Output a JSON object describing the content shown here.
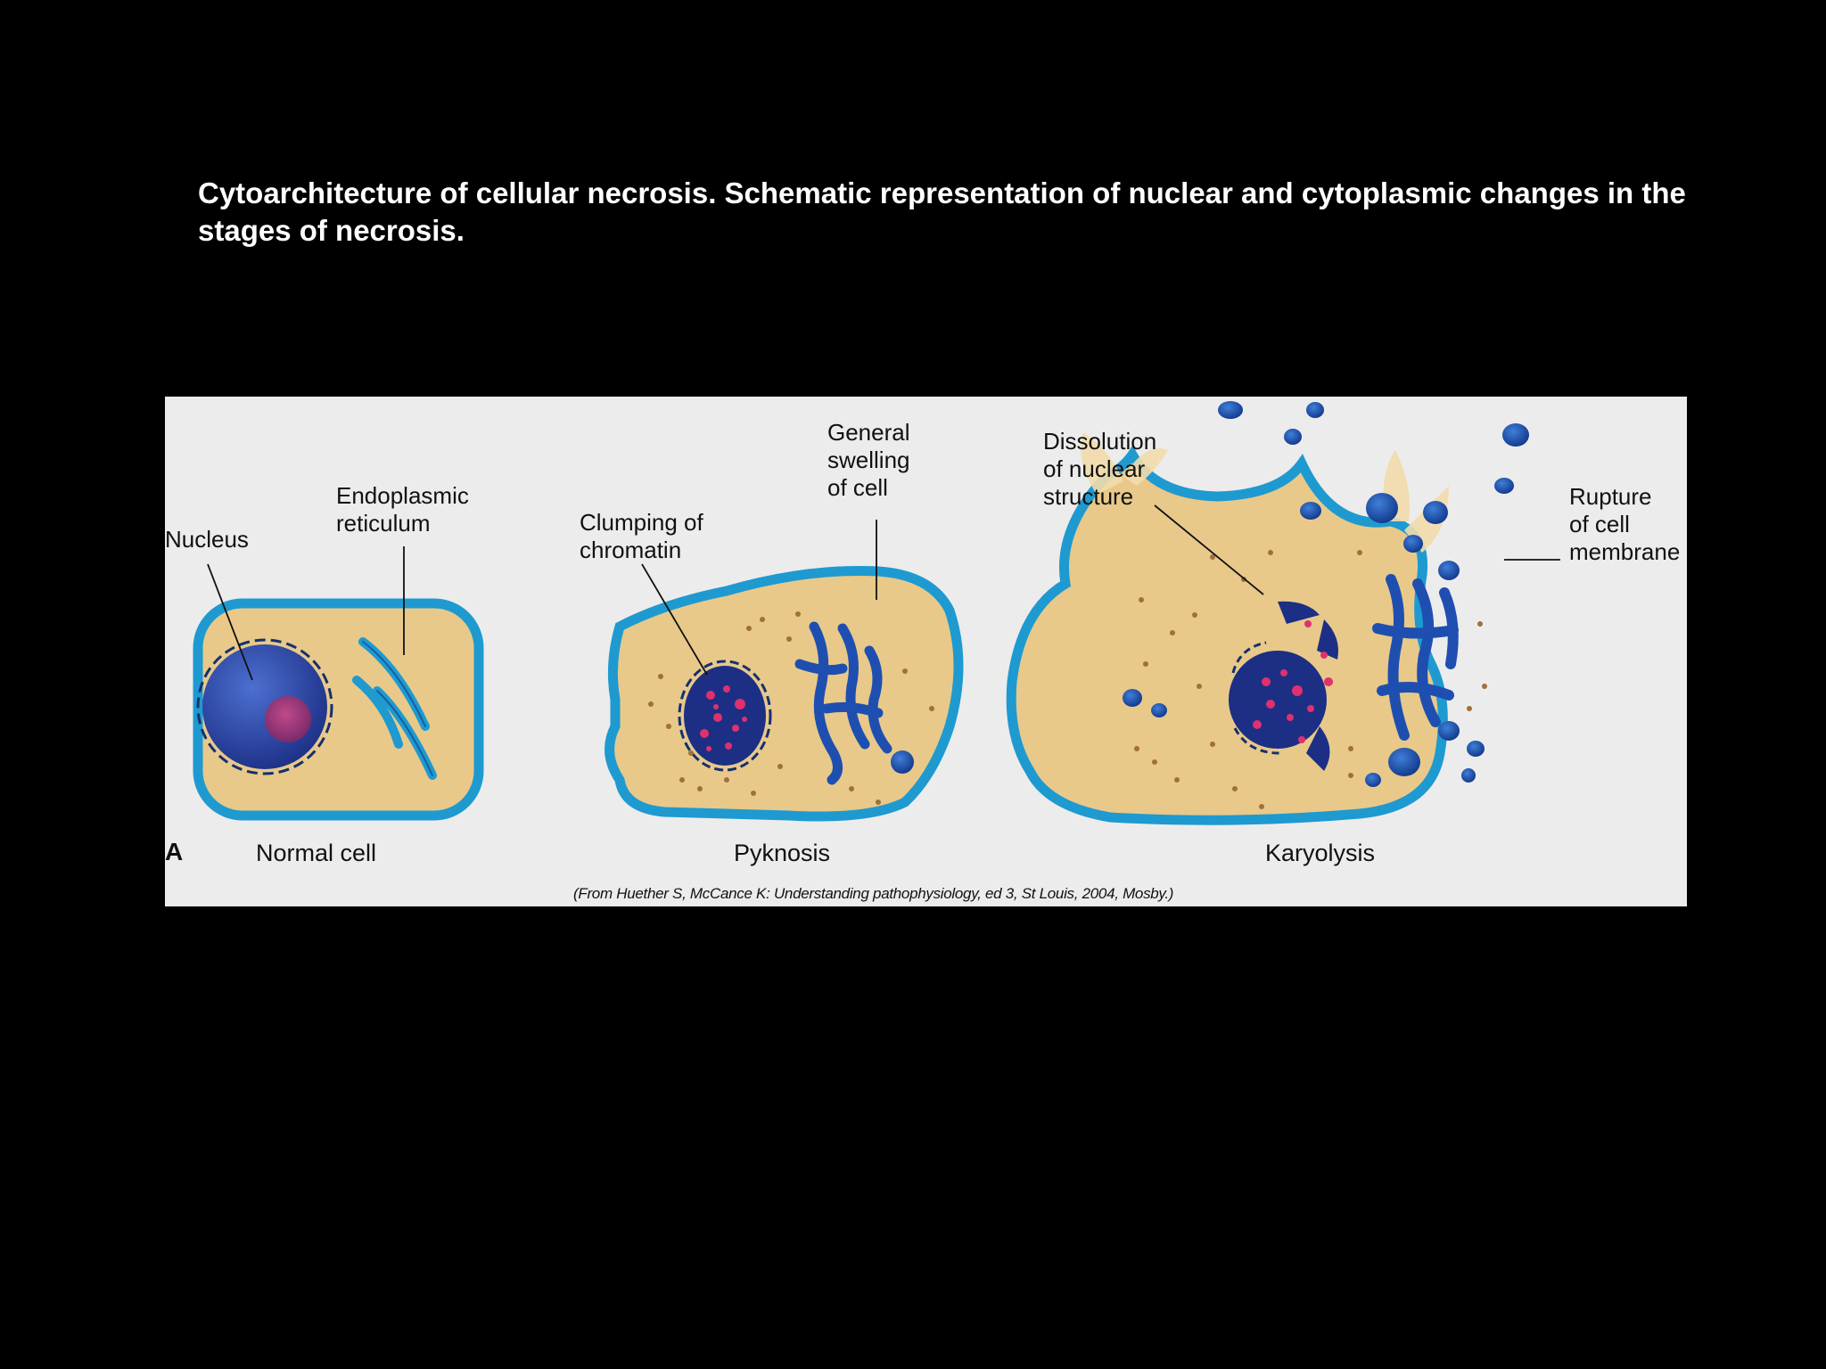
{
  "slide": {
    "title": "Cytoarchitecture of cellular necrosis. Schematic representation of nuclear and cytoplasmic changes in the stages of necrosis."
  },
  "figure": {
    "panel_letter": "A",
    "labels": {
      "nucleus": "Nucleus",
      "endoplasmic_reticulum": "Endoplasmic\nreticulum",
      "clumping_of_chromatin": "Clumping of\nchromatin",
      "general_swelling": "General\nswelling\nof cell",
      "dissolution_nuclear": "Dissolution\nof nuclear\nstructure",
      "rupture_membrane": "Rupture\nof cell\nmembrane"
    },
    "captions": {
      "normal_cell": "Normal cell",
      "pyknosis": "Pyknosis",
      "karyolysis": "Karyolysis"
    },
    "source": "(From Huether S, McCance K: Understanding pathophysiology, ed 3, St Louis, 2004, Mosby.)",
    "colors": {
      "background": "#ececed",
      "membrane": "#1e9ad0",
      "cytoplasm": "#e8c98a",
      "nucleus": "#1f3f9a",
      "nucleolus": "#a0306a",
      "chromatin": "#e0306e",
      "granule": "#a0703a"
    }
  }
}
